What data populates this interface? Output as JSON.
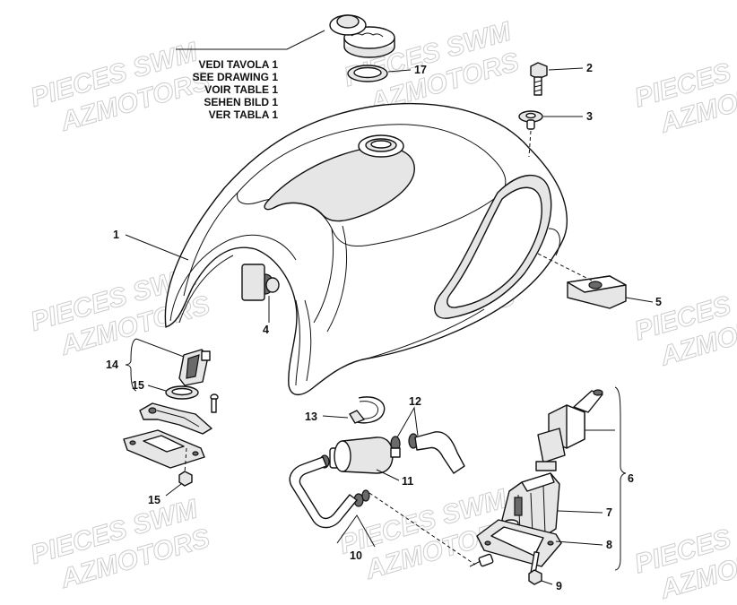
{
  "watermark": {
    "line1": "PIECES SWM",
    "line2": "AZMOTORS"
  },
  "reference_note": {
    "lines": [
      "VEDI TAVOLA 1",
      "SEE DRAWING 1",
      "VOIR TABLE 1",
      "SEHEN BILD 1",
      "VER TABLA 1"
    ]
  },
  "callouts": {
    "c1": "1",
    "c2": "2",
    "c3": "3",
    "c4": "4",
    "c5": "5",
    "c6": "6",
    "c7": "7",
    "c8": "8",
    "c9": "9",
    "c10": "10",
    "c11": "11",
    "c12": "12",
    "c13": "13",
    "c14": "14",
    "c15a": "15",
    "c15b": "15",
    "c17": "17"
  },
  "colors": {
    "line": "#111111",
    "watermark": "#c8c8c8",
    "background": "#ffffff"
  }
}
